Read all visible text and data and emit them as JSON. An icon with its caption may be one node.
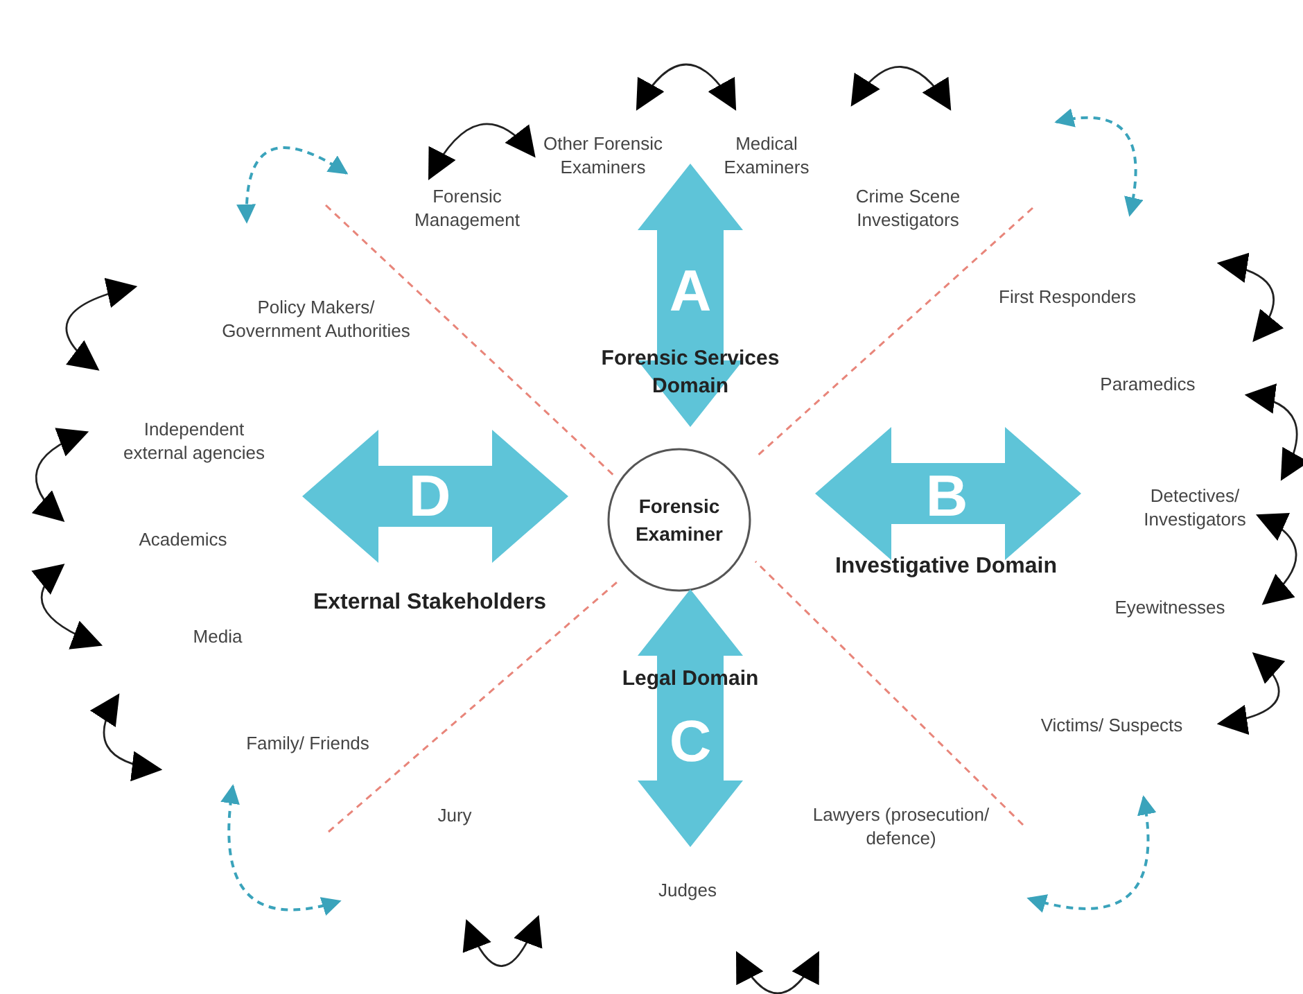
{
  "diagram": {
    "nodes": [
      {
        "text": [
          "Forensic Examiner"
        ]
      },
      {
        "text": [
          "A",
          "Forensic Services Domain"
        ]
      },
      {
        "text": [
          "B",
          "Investigative Domain"
        ]
      },
      {
        "text": [
          "Legal Domain",
          "C"
        ]
      },
      {
        "text": [
          "D",
          "External Stakeholders"
        ]
      }
    ],
    "labels": [
      "Other Forensic Examiners",
      "Medical Examiners",
      "Forensic Management",
      "Crime Scene Investigators",
      "Policy Makers/ Government Authorities",
      "First Responders",
      "Paramedics",
      "Independent external agencies",
      "Detectives/ Investigators",
      "Academics",
      "Eyewitnesses",
      "Media",
      "Victims/ Suspects",
      "Family/ Friends",
      "Jury",
      "Lawyers (prosecution/ defence)",
      "Judges"
    ]
  }
}
